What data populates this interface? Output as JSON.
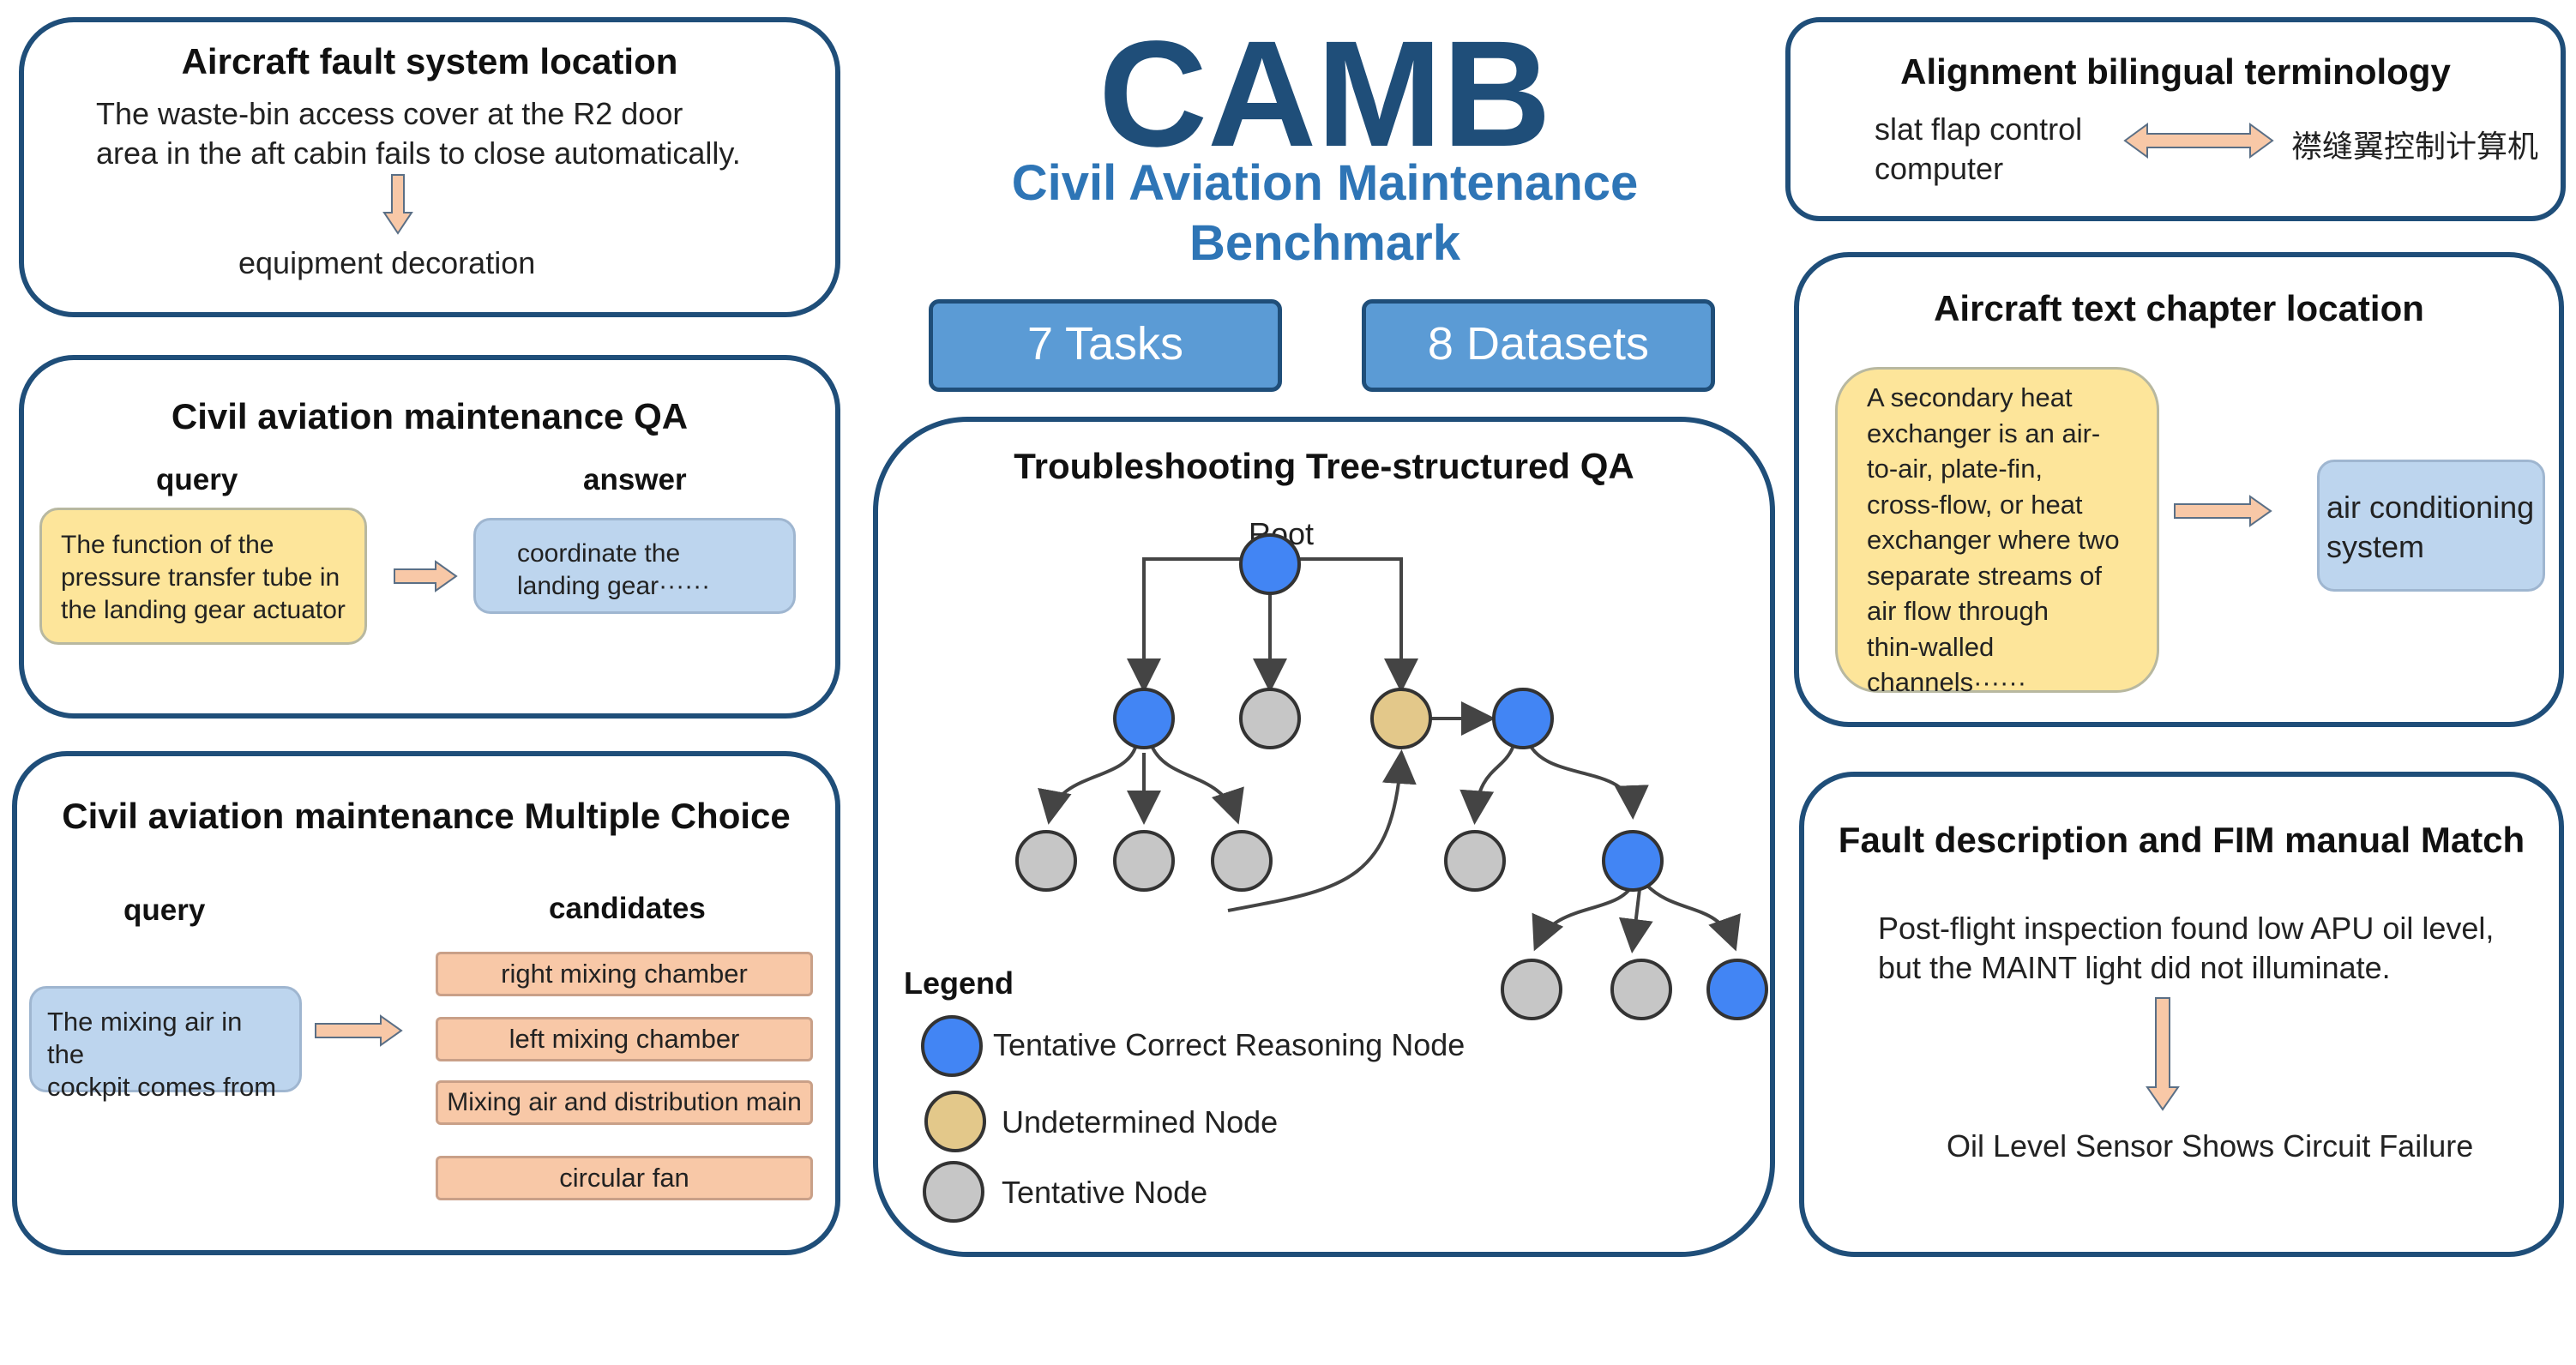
{
  "header": {
    "title": "CAMB",
    "subtitle_line1": "Civil Aviation Maintenance",
    "subtitle_line2": "Benchmark",
    "tasks_label": "7 Tasks",
    "datasets_label": "8 Datasets"
  },
  "fault_system": {
    "title": "Aircraft fault system location",
    "line1": "The waste-bin access cover at the R2 door",
    "line2": "area in the aft cabin fails to close automatically.",
    "result": "equipment decoration"
  },
  "maintenance_qa": {
    "title": "Civil aviation maintenance QA",
    "query_label": "query",
    "answer_label": "answer",
    "query_lines": [
      "The function of the",
      "pressure transfer tube in",
      "the landing gear actuator"
    ],
    "answer_lines": [
      "coordinate the",
      "landing gear······"
    ]
  },
  "multiple_choice": {
    "title": "Civil aviation maintenance Multiple Choice",
    "query_label": "query",
    "candidates_label": "candidates",
    "query_lines": [
      "The mixing air in the",
      "cockpit comes from"
    ],
    "candidates": [
      "right mixing chamber",
      "left mixing chamber",
      "Mixing air and distribution main",
      "circular fan"
    ]
  },
  "tree_qa": {
    "title": "Troubleshooting Tree-structured QA",
    "root_label": "Root",
    "legend_title": "Legend",
    "legend": [
      {
        "label": "Tentative Correct Reasoning Node",
        "color": "#4285f4"
      },
      {
        "label": "Undetermined Node",
        "color": "#e3c88a"
      },
      {
        "label": "Tentative Node",
        "color": "#c6c6c6"
      }
    ]
  },
  "bilingual": {
    "title": "Alignment bilingual terminology",
    "english_line1": "slat flap control",
    "english_line2": "computer",
    "chinese": "襟缝翼控制计算机"
  },
  "chapter_location": {
    "title": "Aircraft text chapter location",
    "text_lines": [
      "A secondary heat",
      "exchanger is an air-",
      "to-air, plate-fin,",
      "cross-flow, or heat",
      "exchanger where two",
      "separate streams of",
      "air flow through",
      "thin-walled",
      "channels······"
    ],
    "result_lines": [
      "air conditioning",
      "system"
    ]
  },
  "fim_match": {
    "title": "Fault description and FIM manual Match",
    "line1": "Post-flight inspection found low APU oil level,",
    "line2": "but the MAINT light did not illuminate.",
    "result": "Oil Level Sensor Shows Circuit Failure"
  },
  "colors": {
    "frame": "#1f4e79",
    "title": "#1f4e79",
    "arrow_fill": "#f8c8a7",
    "arrow_stroke": "#5a6f86"
  }
}
